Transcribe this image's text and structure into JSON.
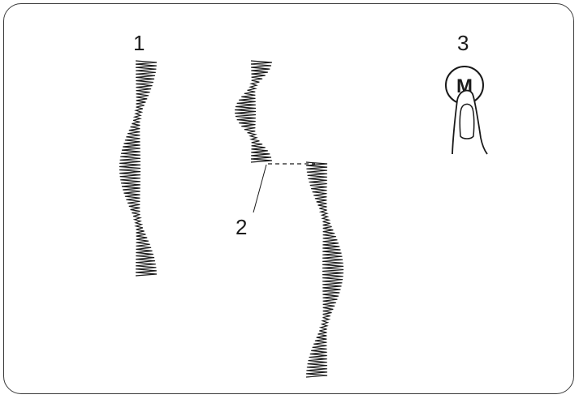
{
  "labels": {
    "one": "1",
    "two": "2",
    "three": "3"
  },
  "button": {
    "letter": "M",
    "icon": "memory-button-with-finger-icon"
  },
  "colors": {
    "ink": "#1a1a1a",
    "frame": "#3a3a3a",
    "background": "#ffffff"
  }
}
